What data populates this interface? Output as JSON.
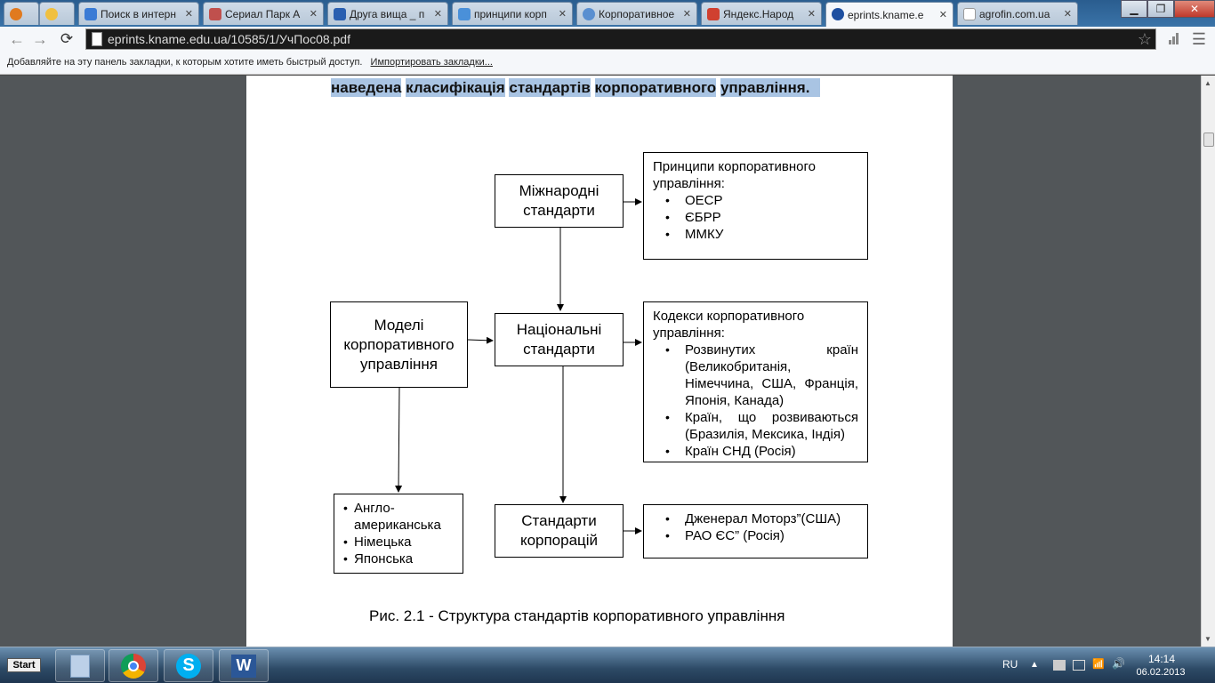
{
  "browser": {
    "tabs": [
      {
        "label": "",
        "icon": "settings-app-icon",
        "color": "#e07a1f"
      },
      {
        "label": "",
        "icon": "search-app-icon",
        "color": "#f0c040"
      },
      {
        "label": "Поиск в интерн",
        "icon": "grid-icon",
        "color": "#3a7bd5"
      },
      {
        "label": "Сериал Парк А",
        "icon": "cat-icon",
        "color": "#c0504d"
      },
      {
        "label": "Друга вища _ п",
        "icon": "info-icon",
        "color": "#2a5fb0"
      },
      {
        "label": "принципи корп",
        "icon": "google-icon",
        "color": "#4a90d9"
      },
      {
        "label": "Корпоративное",
        "icon": "globe-icon",
        "color": "#5a8fd0"
      },
      {
        "label": "Яндекс.Народ",
        "icon": "yandex-icon",
        "color": "#d04030"
      },
      {
        "label": "eprints.kname.e",
        "icon": "library-icon",
        "color": "#1e4fa0",
        "active": true
      },
      {
        "label": "agrofin.com.ua",
        "icon": "page-icon",
        "color": "#999999"
      }
    ],
    "url_host": "eprints.kname.edu.ua",
    "url_path": "/10585/1/УчПос08.pdf",
    "bookmarks_text": "Добавляйте на эту панель закладки, к которым хотите иметь быстрый доступ.",
    "bookmarks_link": "Импортировать закладки..."
  },
  "document": {
    "highlighted_line": [
      "наведена",
      "класифікація",
      "стандартів",
      "корпоративного",
      "управління."
    ],
    "diagram": {
      "intl_standards": "Міжнародні стандарти",
      "national_standards": "Національні стандарти",
      "corp_standards": "Стандарти корпорацій",
      "governance_models": "Моделі корпоративного управління",
      "principles_title": "Принципи корпоративного управління:",
      "principles_items": [
        "ОЕСР",
        "ЄБРР",
        "ММКУ"
      ],
      "codes_title": "Кодекси корпоративного управління:",
      "codes_items": [
        "Розвинутих країн (Великобританія, Німеччина, США, Франція, Японія, Канада)",
        "Країн, що розвиваються (Бразилія, Мексика, Індія)",
        "Країн СНД (Росія)"
      ],
      "corp_items": [
        "Дженерал Моторз”(США)",
        "РАО ЄС” (Росія)"
      ],
      "model_items": [
        "Англо-американська",
        "Німецька",
        "Японська"
      ]
    },
    "caption": "Рис. 2.1 -  Структура стандартів корпоративного управління"
  },
  "taskbar": {
    "start_label": "Start",
    "apps": [
      "explorer-icon",
      "chrome-icon",
      "skype-icon",
      "word-icon"
    ],
    "lang": "RU",
    "time": "14:14",
    "date": "06.02.2013"
  }
}
